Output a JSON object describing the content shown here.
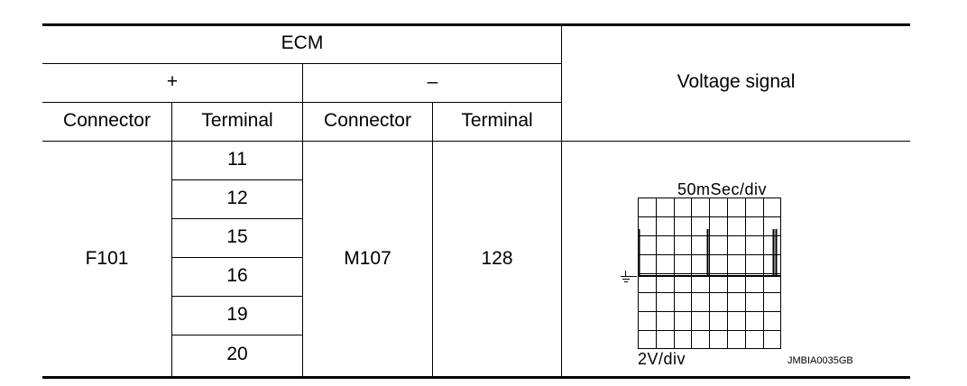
{
  "table": {
    "ecm": "ECM",
    "plus": "+",
    "minus": "–",
    "voltage_signal": "Voltage signal",
    "connector_label": "Connector",
    "terminal_label": "Terminal",
    "plus_connector": "F101",
    "plus_terminals": [
      "11",
      "12",
      "15",
      "16",
      "19",
      "20"
    ],
    "minus_connector": "M107",
    "minus_terminal": "128"
  },
  "scope": {
    "time_scale": "50mSec/div",
    "voltage_scale": "2V/div",
    "code": "JMBIA0035GB",
    "ground_icon": "ground-symbol-icon"
  }
}
